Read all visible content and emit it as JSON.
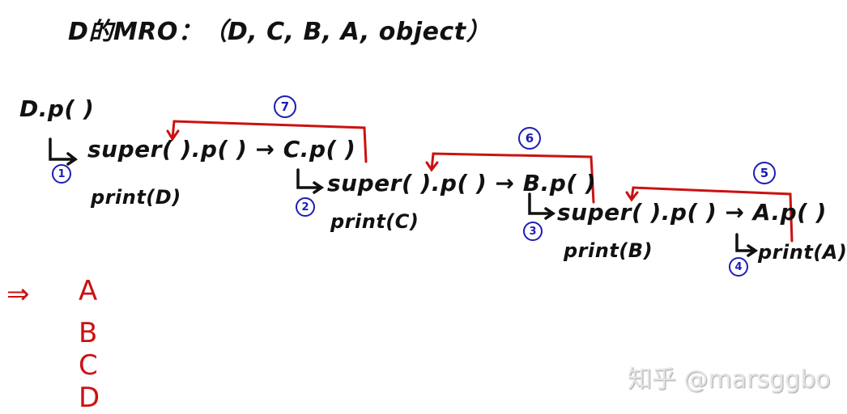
{
  "title": "D的MRO：（D, C, B, A, object）",
  "root_call": "D.p( )",
  "levels": [
    {
      "step": "1",
      "call": "super( ).p( ) → C.p( )",
      "print": "print(D)"
    },
    {
      "step": "2",
      "call": "super( ).p( ) → B.p( )",
      "print": "print(C)"
    },
    {
      "step": "3",
      "call": "super( ).p( ) → A.p( )",
      "print": "print(B)"
    },
    {
      "step": "4",
      "call": "print(A)",
      "print": ""
    }
  ],
  "return_steps": [
    {
      "step": "5",
      "from": "print(A)",
      "to": "level 3 super().p()"
    },
    {
      "step": "6",
      "from": "level 3 super()",
      "to": "level 2 super().p()"
    },
    {
      "step": "7",
      "from": "level 2 super()",
      "to": "level 1 super().p()"
    }
  ],
  "result": {
    "arrow": "⇒",
    "output": [
      "A",
      "B",
      "C",
      "D"
    ]
  },
  "watermark": "知乎 @marsggbo",
  "colors": {
    "ink": "#111111",
    "step_circle": "#1d1db5",
    "return_arrow": "#cc1111"
  }
}
